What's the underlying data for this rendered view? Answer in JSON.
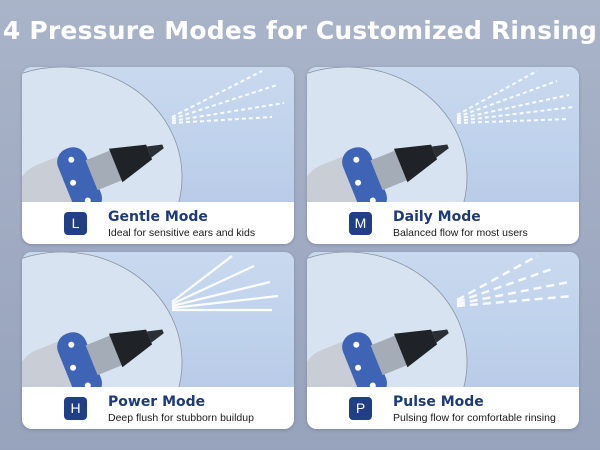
{
  "title": "4 Pressure Modes for Customized Rinsing",
  "modes": [
    {
      "letter": "L",
      "name": "Gentle Mode",
      "description": "Ideal for sensitive ears and kids"
    },
    {
      "letter": "M",
      "name": "Daily Mode",
      "description": "Balanced flow for most users"
    },
    {
      "letter": "H",
      "name": "Power Mode",
      "description": "Deep flush for stubborn buildup"
    },
    {
      "letter": "P",
      "name": "Pulse Mode",
      "description": "Pulsing flow for comfortable rinsing"
    }
  ],
  "colors": {
    "badge": "#213f87",
    "mode_name": "#1e3a7a",
    "device_ring": "#3f63b5"
  },
  "icons": [
    "ear-irrigator-nozzle-image",
    "water-spray-image"
  ]
}
